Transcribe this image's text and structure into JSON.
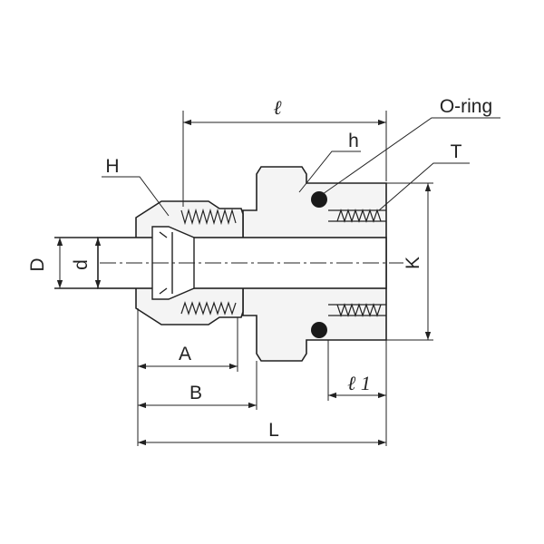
{
  "labels": {
    "l_top": "ℓ",
    "h": "h",
    "o_ring": "O-ring",
    "T": "T",
    "H": "H",
    "D": "D",
    "d": "d",
    "K": "K",
    "A": "A",
    "B": "B",
    "l1": "ℓ 1",
    "L": "L"
  },
  "colors": {
    "line": "#222222",
    "body_fill": "#f4f4f4",
    "bore_fill": "#ffffff",
    "oring": "#1a1a1a"
  }
}
